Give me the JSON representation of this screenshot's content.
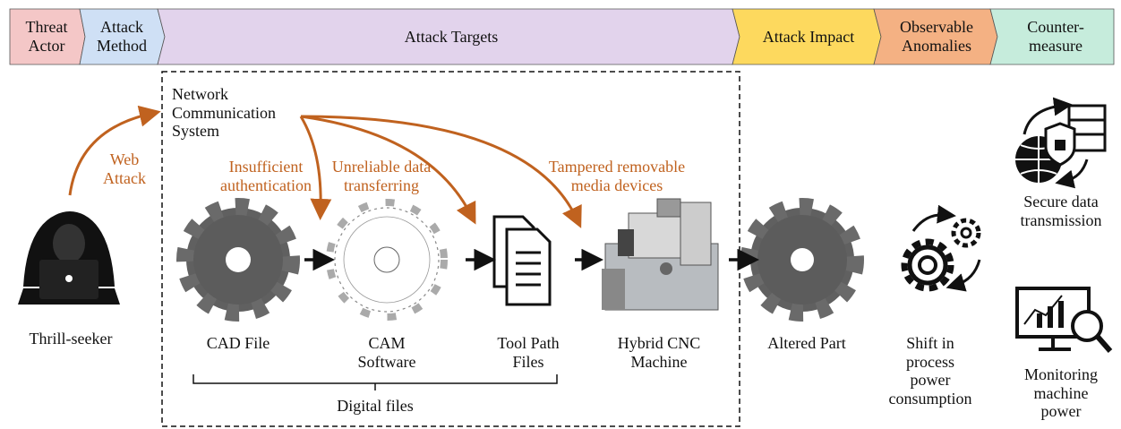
{
  "colors": {
    "threat": "#f4c7c7",
    "method": "#cfe0f5",
    "targets": "#e2d3ec",
    "impact": "#fdd95e",
    "anomalies": "#f4b183",
    "counter": "#c6ecdc",
    "arrow": "#c0621f"
  },
  "header": {
    "threat_actor": "Threat\nActor",
    "attack_method": "Attack\nMethod",
    "attack_targets": "Attack Targets",
    "attack_impact": "Attack Impact",
    "observable_anomalies": "Observable\nAnomalies",
    "countermeasure": "Counter-\nmeasure"
  },
  "actor": {
    "label": "Thrill-seeker",
    "icon": "hacker-icon"
  },
  "method": {
    "label": "Web\nAttack"
  },
  "network": {
    "label": "Network\nCommunication\nSystem"
  },
  "attacks": {
    "insufficient_auth": "Insufficient\nauthentication",
    "unreliable_transfer": "Unreliable data\ntransferring",
    "tampered_media": "Tampered removable\nmedia devices"
  },
  "targets": {
    "cad": "CAD File",
    "cam": "CAM\nSoftware",
    "toolpath": "Tool Path\nFiles",
    "cnc": "Hybrid CNC\nMachine",
    "digital_files": "Digital files"
  },
  "impact": {
    "label": "Altered Part"
  },
  "anomaly": {
    "label": "Shift in\nprocess\npower\nconsumption",
    "icon": "gears-icon"
  },
  "countermeasures": {
    "secure": "Secure data\ntransmission",
    "monitor": "Monitoring\nmachine\npower"
  }
}
